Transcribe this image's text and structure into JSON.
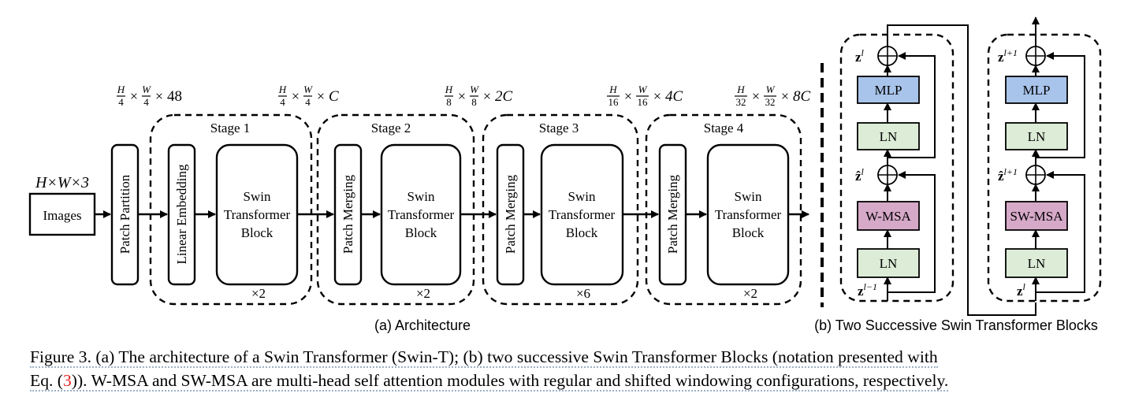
{
  "architecture": {
    "input_dims": "H×W×3",
    "images_label": "Images",
    "patch_partition_label": "Patch Partition",
    "linear_embedding_label": "Linear Embedding",
    "patch_merging_label": "Patch Merging",
    "block_label_line1": "Swin",
    "block_label_line2": "Transformer",
    "block_label_line3": "Block",
    "stages": [
      {
        "label": "Stage 1",
        "repeat": "×2"
      },
      {
        "label": "Stage 2",
        "repeat": "×2"
      },
      {
        "label": "Stage 3",
        "repeat": "×6"
      },
      {
        "label": "Stage 4",
        "repeat": "×2"
      }
    ],
    "dims": [
      {
        "num1": "H",
        "den1": "4",
        "num2": "W",
        "den2": "4",
        "tail": "48"
      },
      {
        "num1": "H",
        "den1": "4",
        "num2": "W",
        "den2": "4",
        "tail": "C"
      },
      {
        "num1": "H",
        "den1": "8",
        "num2": "W",
        "den2": "8",
        "tail": "2C"
      },
      {
        "num1": "H",
        "den1": "16",
        "num2": "W",
        "den2": "16",
        "tail": "4C"
      },
      {
        "num1": "H",
        "den1": "32",
        "num2": "W",
        "den2": "32",
        "tail": "8C"
      }
    ],
    "subtitle": "(a) Architecture"
  },
  "blocks": {
    "left": {
      "mlp": "MLP",
      "ln": "LN",
      "attn": "W-MSA",
      "z_out": "l",
      "z_hat": "l",
      "z_in": "l−1"
    },
    "right": {
      "mlp": "MLP",
      "ln": "LN",
      "attn": "SW-MSA",
      "z_out": "l+1",
      "z_hat": "l+1",
      "z_in": "l"
    },
    "subtitle": "(b) Two Successive Swin Transformer Blocks",
    "colors": {
      "mlp": "#a9c4ea",
      "ln": "#dcecd6",
      "attn": "#d6a9c8"
    }
  },
  "caption": {
    "line1": "Figure 3. (a) The architecture of a Swin Transformer (Swin-T); (b) two successive Swin Transformer Blocks (notation presented with",
    "line2_pre": "Eq. (",
    "line2_ref": "3",
    "line2_post": ")). W-MSA and SW-MSA are multi-head self attention modules with regular and shifted windowing configurations, respectively."
  }
}
